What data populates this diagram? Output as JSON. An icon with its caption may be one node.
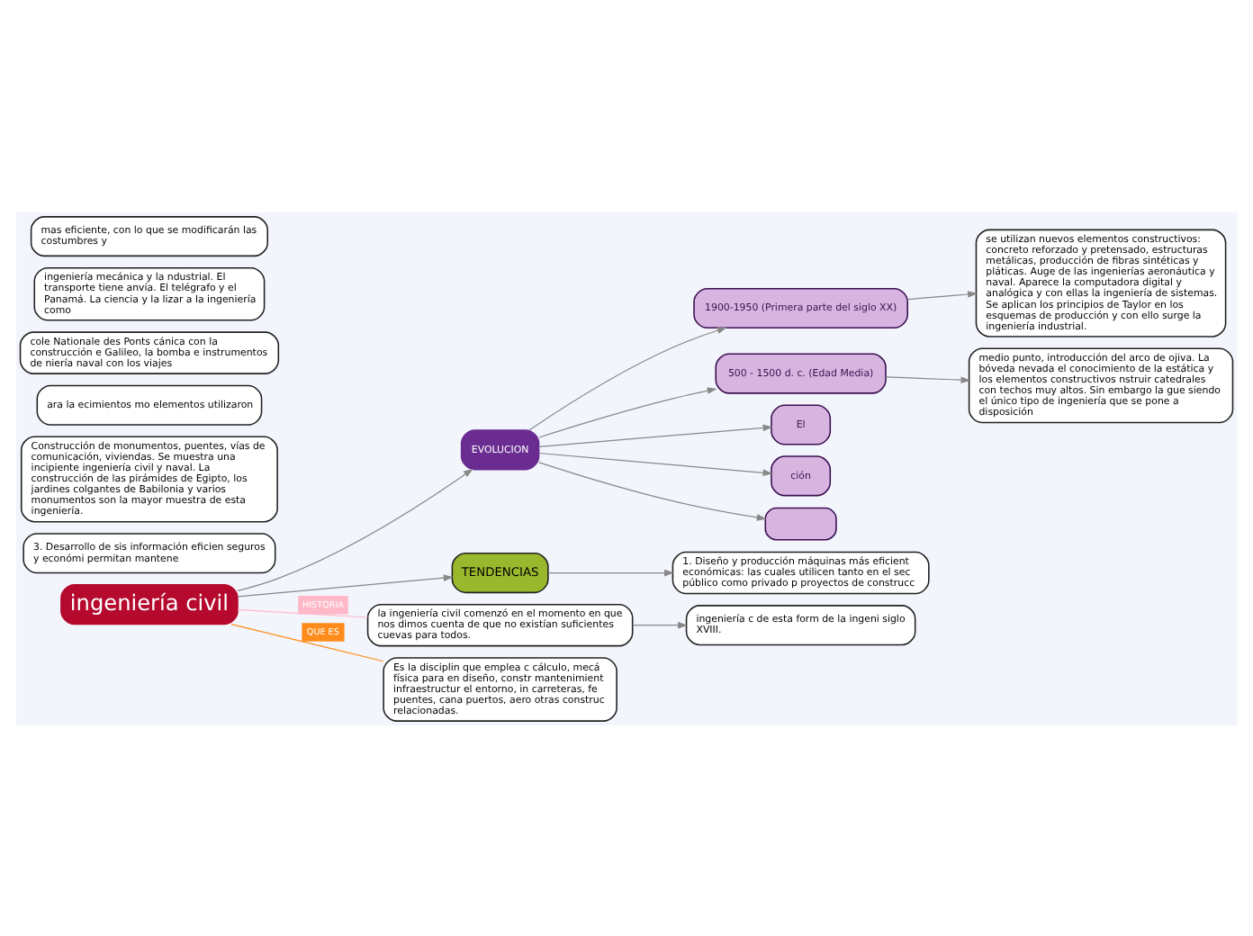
{
  "diagram": {
    "nodes": [
      {
        "text": [
          "ingeniería civil"
        ]
      },
      {
        "text": [
          "EVOLUCION"
        ]
      },
      {
        "text": [
          "TENDENCIAS"
        ]
      },
      {
        "text": [
          "la ingeniería civil comenzó en el momento en que nos dimos cuenta de que no existían suficientes cuevas para todos."
        ]
      },
      {
        "text": [
          "ingeniería c de esta form de la ingeni siglo XVIII."
        ]
      },
      {
        "text": [
          "Es la disciplin que emplea c cálculo, mecá física para en diseño, constr mantenimient infraestructur el entorno, in carreteras, fe puentes, cana puertos, aero otras construc relacionadas."
        ]
      },
      {
        "text": [
          "1. Diseño y producción máquinas más eficient económicas: las cuales utilicen tanto en el sec público como privado p proyectos de construcc"
        ]
      },
      {
        "text": [
          "3. Desarrollo de sis información eficien seguros y económi permitan mantene"
        ]
      },
      {
        "text": [
          "1900-1950 (Primera parte del siglo XX)"
        ]
      },
      {
        "text": [
          "se utilizan nuevos elementos constructivos: concreto reforzado y pretensado, estructuras metálicas, producción de fibras sintéticas y pláticas. Auge de las ingenierías aeronáutica y naval. Aparece la computadora digital y analógica y con ellas la ingeniería de sistemas. Se aplican los principios de Taylor en los esquemas de producción y con ello surge la ingeniería industrial."
        ]
      },
      {
        "text": [
          "Construcción de monumentos, puentes, vías de comunicación, viviendas. Se muestra una incipiente ingeniería civil y naval. La construcción de las pirámides de Egipto, los jardines colgantes de Babilonia y varios monumentos son la mayor muestra de esta ingeniería."
        ]
      },
      {
        "text": [
          "ara la ecimientos mo elementos utilizaron"
        ]
      },
      {
        "text": [
          "500 - 1500 d. c. (Edad Media)"
        ]
      },
      {
        "text": [
          "medio punto, introducción del arco de ojiva. La bóveda nevada el conocimiento de la estática y los elementos constructivos nstruir catedrales con techos muy altos. Sin embargo la gue siendo el único tipo de ingeniería que se pone a disposición"
        ]
      },
      {
        "text": [
          "El"
        ]
      },
      {
        "text": [
          "cole Nationale des Ponts cánica con la construcción e Galileo, la bomba e instrumentos de niería naval con los viajes"
        ]
      },
      {
        "text": [
          "ción"
        ]
      },
      {
        "text": [
          "ingeniería mecánica y la ndustrial. El transporte tiene anvía. El telégrafo y el Panamá. La ciencia y la lizar a la ingeniería como"
        ]
      },
      {
        "text": [],
        "shape": "box"
      },
      {
        "text": [
          "mas eficiente, con lo que se modificarán las costumbres y"
        ]
      }
    ],
    "edges": [
      {
        "from": 0,
        "to": 1,
        "arrow": "to"
      },
      {
        "from": 0,
        "to": 3,
        "arrow": "none",
        "label": "HISTORIA",
        "color": "#ffb8c8"
      },
      {
        "from": 0,
        "to": 5,
        "arrow": "none",
        "label": "QUE ES",
        "color": "#ff8c1a"
      },
      {
        "from": 0,
        "to": 2,
        "arrow": "to"
      },
      {
        "from": 3,
        "to": 4,
        "arrow": "to"
      },
      {
        "from": 2,
        "to": 6,
        "arrow": "to"
      },
      {
        "from": 1,
        "to": 8,
        "arrow": "to"
      },
      {
        "from": 8,
        "to": 9,
        "arrow": "to"
      },
      {
        "from": 1,
        "to": 12,
        "arrow": "to"
      },
      {
        "from": 12,
        "to": 13,
        "arrow": "to"
      },
      {
        "from": 1,
        "to": 14,
        "arrow": "to"
      },
      {
        "from": 1,
        "to": 16,
        "arrow": "to"
      },
      {
        "from": 1,
        "to": 18,
        "arrow": "to"
      }
    ]
  }
}
